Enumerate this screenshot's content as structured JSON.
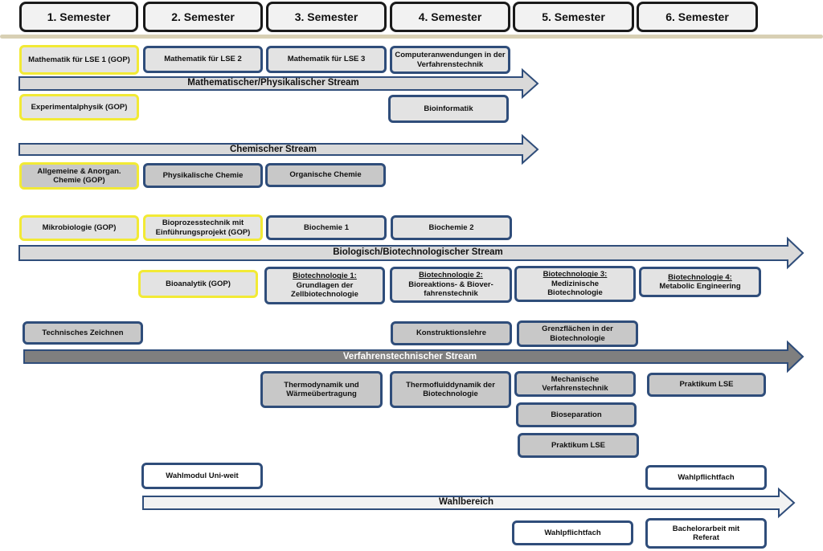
{
  "semesters": [
    "1. Semester",
    "2. Semester",
    "3. Semester",
    "4. Semester",
    "5. Semester",
    "6. Semester"
  ],
  "streams": {
    "math": "Mathematischer/Physikalischer Stream",
    "chem": "Chemischer Stream",
    "bio": "Biologisch/Biotechnologischer Stream",
    "verf": "Verfahrenstechnischer Stream",
    "wahl": "Wahlbereich"
  },
  "modules": {
    "math1": "Mathematik für LSE 1 (GOP)",
    "math2": "Mathematik für LSE 2",
    "math3": "Mathematik für LSE 3",
    "computer": "Computeranwendungen in der Verfahrenstechnik",
    "expphys": "Experimentalphysik (GOP)",
    "bioinf": "Bioinformatik",
    "allgchem": "Allgemeine & Anorgan. Chemie (GOP)",
    "physchem": "Physikalische Chemie",
    "orgchem": "Organische Chemie",
    "mikro": "Mikrobiologie (GOP)",
    "bioprozess": "Bioprozesstechnik mit Einführungsprojekt (GOP)",
    "biochem1": "Biochemie 1",
    "biochem2": "Biochemie 2",
    "bioanalytik": "Bioanalytik (GOP)",
    "biotech1_title": "Biotechnologie 1:",
    "biotech1_sub": "Grundlagen der Zellbiotechnologie",
    "biotech2_title": "Biotechnologie 2:",
    "biotech2_sub": "Bioreaktions- & Biover-fahrenstechnik",
    "biotech3_title": "Biotechnologie 3:",
    "biotech3_sub": "Medizinische Biotechnologie",
    "biotech4_title": "Biotechnologie 4:",
    "biotech4_sub": "Metabolic Engineering",
    "techzeich": "Technisches Zeichnen",
    "konstrukt": "Konstruktionslehre",
    "grenz": "Grenzflächen in der Biotechnologie",
    "thermo": "Thermodynamik und Wärmeübertragung",
    "thermofluid": "Thermofluiddynamik der Biotechnologie",
    "mechverf": "Mechanische Verfahrenstechnik",
    "praktikum5": "Praktikum LSE",
    "biosep": "Bioseparation",
    "praktikum6": "Praktikum LSE",
    "wahlmodul": "Wahlmodul Uni-weit",
    "wahlpflicht6": "Wahlpflichtfach",
    "wahlpflicht5": "Wahlpflichtfach",
    "bachelor": "Bachelorarbeit mit Referat"
  },
  "colors": {
    "box_border": "#2f4d7a",
    "gop_border": "#f2ea35",
    "arrow_light": "#d9d9d9",
    "arrow_dark": "#7f7f7f",
    "arrow_white": "#f2f2f2"
  }
}
